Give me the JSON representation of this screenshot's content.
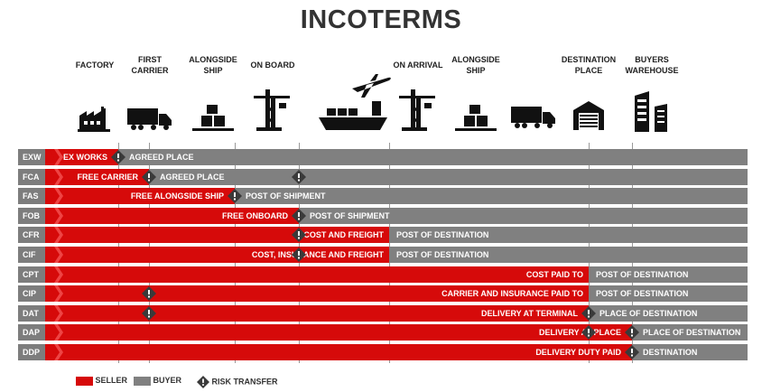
{
  "title": "INCOTERMS",
  "stages": [
    {
      "label": "FACTORY",
      "icon": "factory-icon"
    },
    {
      "label": "FIRST CARRIER",
      "icon": "truck-icon"
    },
    {
      "label": "ALONGSIDE SHIP",
      "icon": "boxes-icon"
    },
    {
      "label": "ON BOARD",
      "icon": "crane-icon"
    },
    {
      "label": "ON ARRIVAL",
      "icon": "crane-icon"
    },
    {
      "label": "ALONGSIDE SHIP",
      "icon": "boxes-icon"
    },
    {
      "label": "DESTINATION PLACE",
      "icon": "warehouse-icon"
    },
    {
      "label": "BUYERS WAREHOUSE",
      "icon": "building-icon"
    }
  ],
  "transit_icons": [
    "plane-icon",
    "ship-icon",
    "truck-icon"
  ],
  "rows": [
    {
      "code": "EXW",
      "seller": "EX WORKS",
      "buyer": "AGREED PLACE",
      "transfer_point": 0,
      "risk_points": [
        0
      ]
    },
    {
      "code": "FCA",
      "seller": "FREE CARRIER",
      "buyer": "AGREED PLACE",
      "transfer_point": 1,
      "risk_points": [
        1,
        3
      ]
    },
    {
      "code": "FAS",
      "seller": "FREE ALONGSIDE SHIP",
      "buyer": "POST OF SHIPMENT",
      "transfer_point": 2,
      "risk_points": [
        2
      ]
    },
    {
      "code": "FOB",
      "seller": "FREE ONBOARD",
      "buyer": "POST OF SHIPMENT",
      "transfer_point": 3,
      "risk_points": [
        3
      ]
    },
    {
      "code": "CFR",
      "seller": "COST AND FREIGHT",
      "buyer": "POST OF DESTINATION",
      "transfer_point": 4,
      "risk_points": [
        3
      ]
    },
    {
      "code": "CIF",
      "seller": "COST, INSURANCE AND FREIGHT",
      "buyer": "POST OF DESTINATION",
      "transfer_point": 4,
      "risk_points": [
        3
      ]
    },
    {
      "code": "CPT",
      "seller": "COST PAID TO",
      "buyer": "POST OF DESTINATION",
      "transfer_point": 5,
      "risk_points": []
    },
    {
      "code": "CIP",
      "seller": "CARRIER AND INSURANCE PAID TO",
      "buyer": "POST OF DESTINATION",
      "transfer_point": 5,
      "risk_points": [
        1
      ]
    },
    {
      "code": "DAT",
      "seller": "DELIVERY AT TERMINAL",
      "buyer": "PLACE OF DESTINATION",
      "transfer_point": 5,
      "risk_points": [
        1,
        5
      ]
    },
    {
      "code": "DAP",
      "seller": "DELIVERY AT PLACE",
      "buyer": "PLACE OF DESTINATION",
      "transfer_point": 6,
      "risk_points": [
        5,
        6
      ]
    },
    {
      "code": "DDP",
      "seller": "DELIVERY DUTY PAID",
      "buyer": "DESTINATION",
      "transfer_point": 6,
      "risk_points": [
        6
      ]
    }
  ],
  "legend": {
    "seller": "SELLER",
    "buyer": "BUYER",
    "risk": "RISK TRANSFER"
  },
  "colors": {
    "seller": "#d60a0a",
    "buyer": "#808080",
    "risk": "#3a3a3a"
  }
}
